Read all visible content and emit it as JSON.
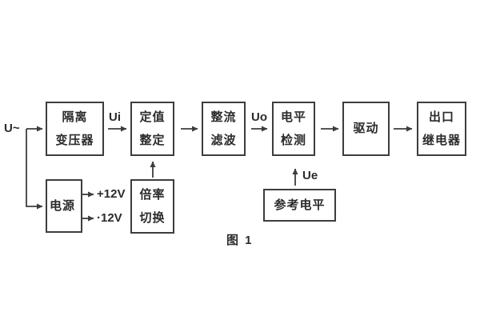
{
  "diagram": {
    "caption": "图 1",
    "source_label": "U~",
    "signals": {
      "ui": "Ui",
      "uo": "Uo",
      "ue": "Ue"
    },
    "power_rails": {
      "positive": "+12V",
      "negative": "·12V"
    },
    "blocks": {
      "isolation_transformer": {
        "line1": "隔离",
        "line2": "变压器"
      },
      "value_setting": {
        "line1": "定值",
        "line2": "整定"
      },
      "rectify_filter": {
        "line1": "整流",
        "line2": "滤波"
      },
      "level_detect": {
        "line1": "电平",
        "line2": "检测"
      },
      "drive": {
        "label": "驱动"
      },
      "output_relay": {
        "line1": "出口",
        "line2": "继电器"
      },
      "power_supply": {
        "label": "电源"
      },
      "ratio_switch": {
        "line1": "倍率",
        "line2": "切换"
      },
      "reference_level": {
        "label": "参考电平"
      }
    },
    "colors": {
      "line": "#3d3d3d",
      "text": "#2b2b2b",
      "background": "#ffffff"
    }
  }
}
